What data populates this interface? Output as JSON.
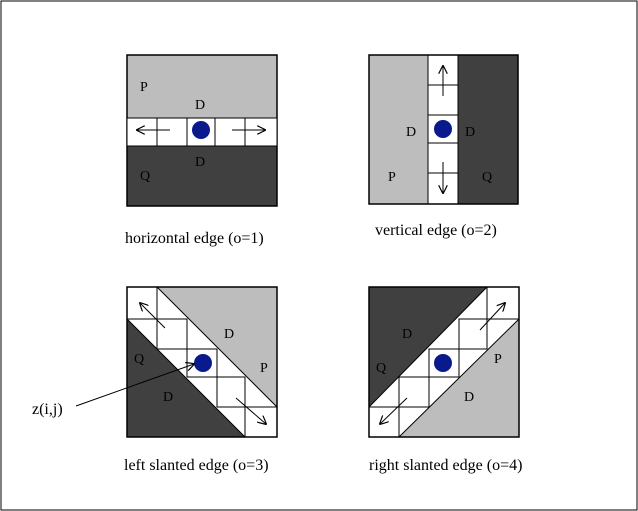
{
  "colors": {
    "light_region": "#bdbdbd",
    "dark_region": "#404040",
    "center_dot": "#0a1a8c",
    "line": "#000000",
    "background": "#ffffff"
  },
  "panels": {
    "horizontal": {
      "caption": "horizontal edge (o=1)",
      "label_p": "P",
      "label_d_top": "D",
      "label_d_bottom": "D",
      "label_q": "Q"
    },
    "vertical": {
      "caption": "vertical edge (o=2)",
      "label_d_left": "D",
      "label_d_right": "D",
      "label_p": "P",
      "label_q": "Q"
    },
    "left_slanted": {
      "caption": "left slanted edge (o=3)",
      "label_d_top": "D",
      "label_p": "P",
      "label_q": "Q",
      "label_d_bottom": "D",
      "pointer_label": "z(i,j)"
    },
    "right_slanted": {
      "caption": "right slanted edge (o=4)",
      "label_d_top": "D",
      "label_q": "Q",
      "label_p": "P",
      "label_d_bottom": "D"
    }
  }
}
